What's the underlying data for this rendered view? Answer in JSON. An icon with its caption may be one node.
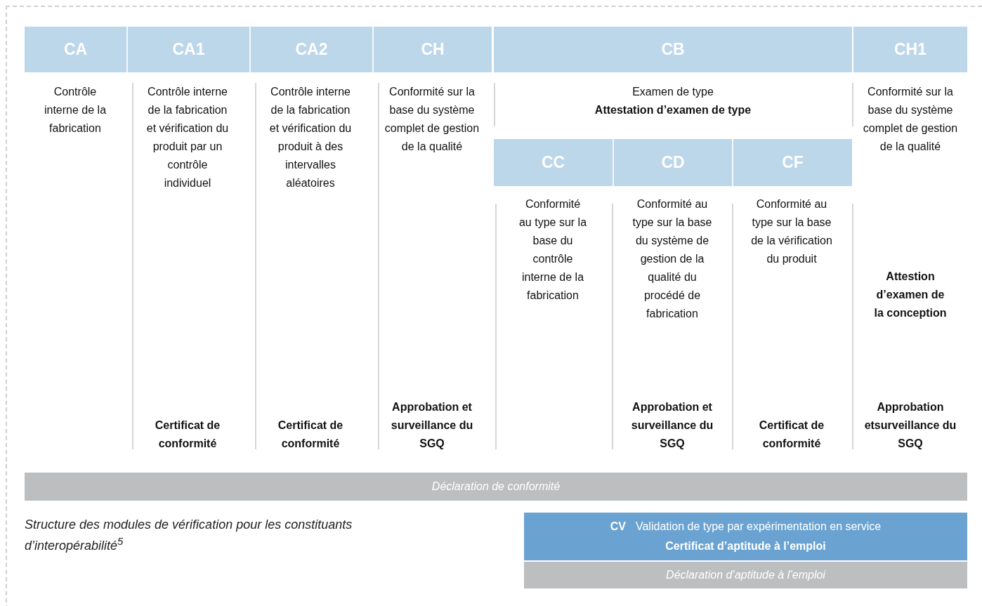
{
  "diagram": {
    "caption": "Structure des modules de vérification pour les constituants d’interopérabilité$^{5}$",
    "nodes": [
      {
        "text": [
          "CA"
        ],
        "beside": [
          "Contrôle interne de la fabrication"
        ]
      },
      {
        "text": [
          "CA1"
        ],
        "beside": [
          "Contrôle interne de la fabrication et vérification du produit par un contrôle individuel"
        ]
      },
      {
        "text": [
          "CA2"
        ],
        "beside": [
          "Contrôle interne de la fabrication et vérification du produit à des intervalles aléatoires"
        ]
      },
      {
        "text": [
          "CH"
        ],
        "beside": [
          "Conformité sur la base du système complet de gestion de la qualité"
        ]
      },
      {
        "text": [
          "CB"
        ],
        "beside": [
          "Examen de type",
          "Attestation d’examen de type"
        ]
      },
      {
        "text": [
          "CH1"
        ],
        "beside": [
          "Conformité sur la base du système complet de gestion de la qualité"
        ]
      },
      {
        "text": [
          "CC"
        ],
        "beside": [
          "Conformité au type sur la base du contrôle interne de la fabrication"
        ]
      },
      {
        "text": [
          "CD"
        ],
        "beside": [
          "Conformité au type sur la base du système de gestion de la qualité du procédé de fabrication"
        ]
      },
      {
        "text": [
          "CF"
        ],
        "beside": [
          "Conformité au type sur la base de la vérification du produit"
        ]
      },
      {
        "text": [
          "Déclaration de conformité"
        ]
      },
      {
        "text": [
          "CV",
          "Validation de type par expérimentation en service",
          "Certificat d’aptitude à l’emploi"
        ]
      },
      {
        "text": [
          "Déclaration d’aptitude à l’emploi"
        ]
      }
    ],
    "labels": [
      "Attestion d’examen de la conception",
      "Certificat de conformité",
      "Certificat de conformité",
      "Approbation et surveillance du SGQ",
      "Approbation et surveillance du SGQ",
      "Certificat de conformité",
      "Approbation etsurveillance du SGQ"
    ]
  }
}
